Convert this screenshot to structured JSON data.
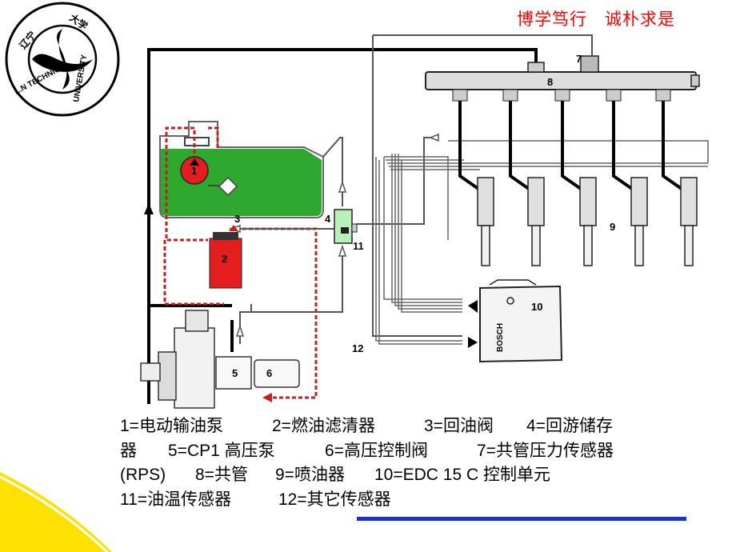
{
  "header": {
    "logo_text": "辽宁工程技术大学 L.N TECHNICAL UNIVERSITY",
    "motto": "博学笃行　诚朴求是"
  },
  "diagram": {
    "labels": {
      "n1": "1",
      "n2": "2",
      "n3": "3",
      "n4": "4",
      "n5": "5",
      "n6": "6",
      "n7": "7",
      "n8": "8",
      "n9": "9",
      "n10": "10",
      "n11": "11",
      "n12": "12",
      "ecu_brand": "BOSCH"
    },
    "colors": {
      "fuel": "#2ea82e",
      "pump": "#e41e1e",
      "line": "#000000",
      "return_line": "#c81e1e"
    }
  },
  "caption": {
    "l1a": "1=电动输油泵",
    "l1b": "2=燃油滤清器",
    "l1c": "3=回油阀",
    "l1d": "4=回游储存",
    "l2a": "器",
    "l2b": "5=CP1 高压泵",
    "l2c": "6=高压控制阀",
    "l2d": "7=共管压力传感器",
    "l3a": "(RPS)",
    "l3b": "8=共管",
    "l3c": "9=喷油器",
    "l3d": "10=EDC 15 C 控制单元",
    "l4a": "11=油温传感器",
    "l4b": "12=其它传感器"
  }
}
